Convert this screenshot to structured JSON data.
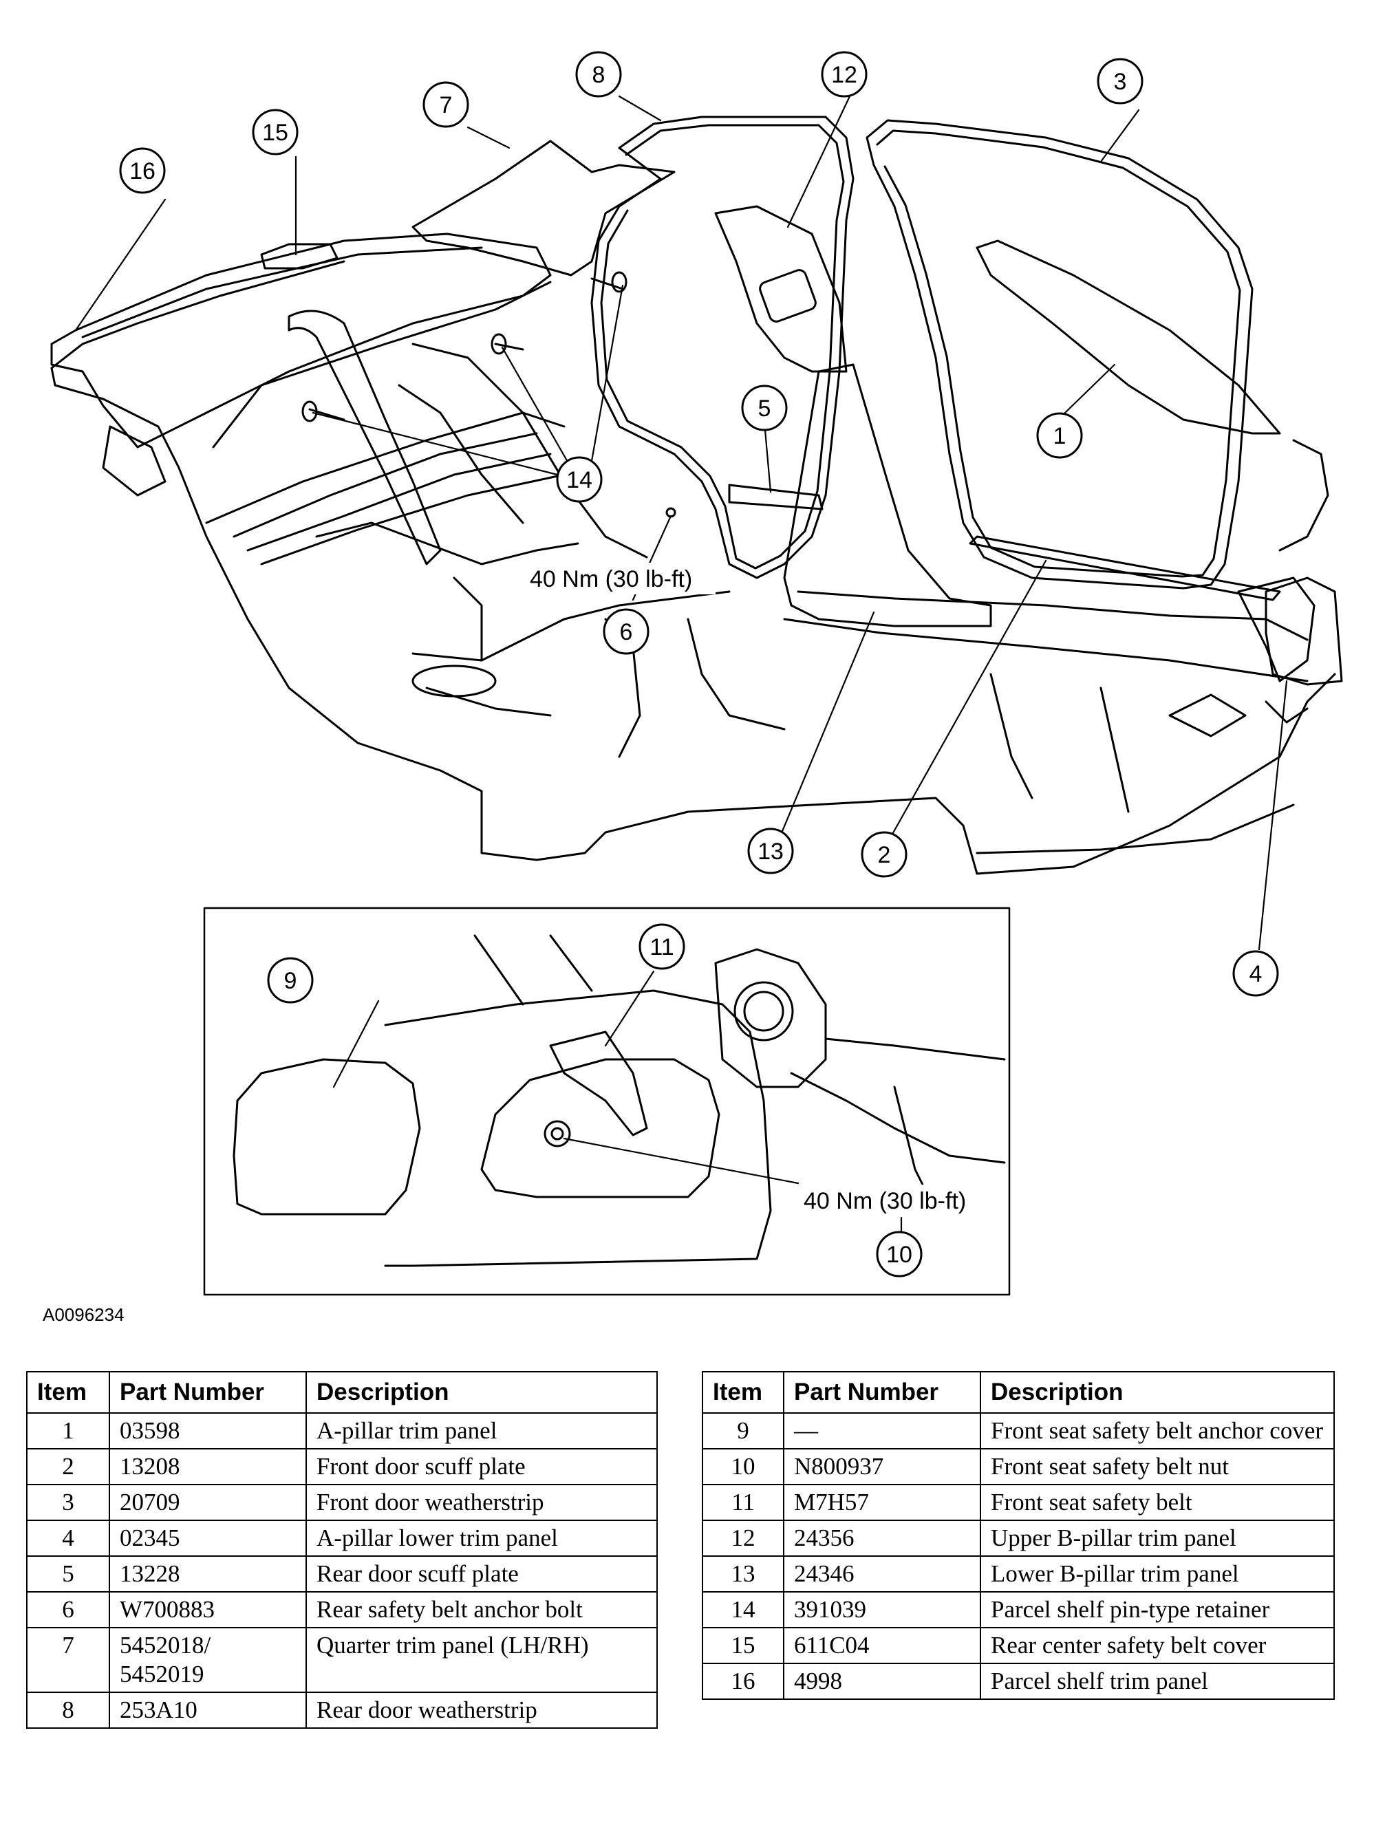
{
  "figure_id": "A0096234",
  "torque_main": "40 Nm (30 lb-ft)",
  "torque_inset": "40 Nm (30 lb-ft)",
  "callouts": [
    "1",
    "2",
    "3",
    "4",
    "5",
    "6",
    "7",
    "8",
    "9",
    "10",
    "11",
    "12",
    "13",
    "14",
    "15",
    "16"
  ],
  "table_headers": {
    "item": "Item",
    "part_number": "Part Number",
    "description": "Description"
  },
  "parts_left": [
    {
      "item": "1",
      "part_number": "03598",
      "description": "A-pillar trim panel"
    },
    {
      "item": "2",
      "part_number": "13208",
      "description": "Front door scuff plate"
    },
    {
      "item": "3",
      "part_number": "20709",
      "description": "Front door weatherstrip"
    },
    {
      "item": "4",
      "part_number": "02345",
      "description": "A-pillar lower trim panel"
    },
    {
      "item": "5",
      "part_number": "13228",
      "description": "Rear door scuff plate"
    },
    {
      "item": "6",
      "part_number": "W700883",
      "description": "Rear safety belt anchor bolt"
    },
    {
      "item": "7",
      "part_number": "5452018/\n5452019",
      "description": "Quarter trim panel (LH/RH)"
    },
    {
      "item": "8",
      "part_number": "253A10",
      "description": "Rear door weatherstrip"
    }
  ],
  "parts_right": [
    {
      "item": "9",
      "part_number": "—",
      "description": "Front seat safety belt anchor cover"
    },
    {
      "item": "10",
      "part_number": "N800937",
      "description": "Front seat safety belt nut"
    },
    {
      "item": "11",
      "part_number": "M7H57",
      "description": "Front seat safety belt"
    },
    {
      "item": "12",
      "part_number": "24356",
      "description": "Upper B-pillar trim panel"
    },
    {
      "item": "13",
      "part_number": "24346",
      "description": "Lower B-pillar trim panel"
    },
    {
      "item": "14",
      "part_number": "391039",
      "description": "Parcel shelf pin-type retainer"
    },
    {
      "item": "15",
      "part_number": "611C04",
      "description": "Rear center safety belt cover"
    },
    {
      "item": "16",
      "part_number": "4998",
      "description": "Parcel shelf trim panel"
    }
  ]
}
